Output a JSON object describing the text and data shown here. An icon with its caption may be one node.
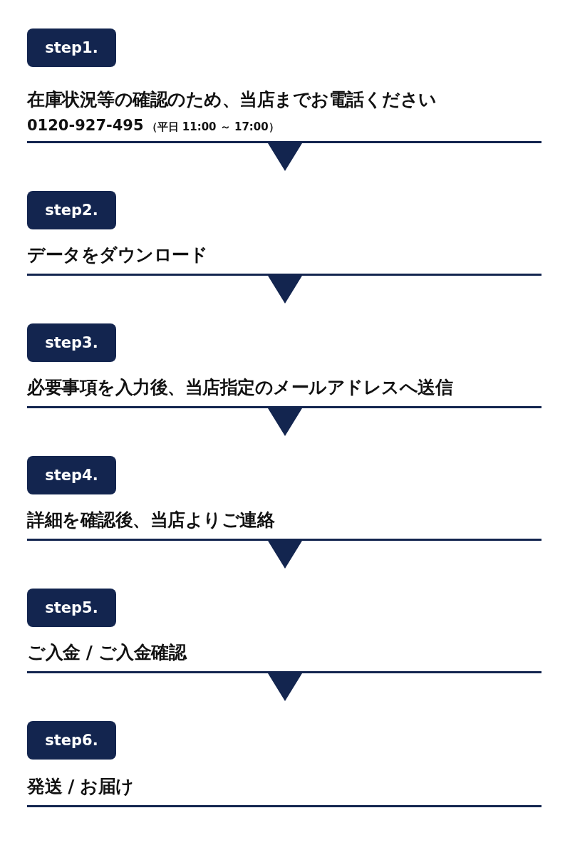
{
  "diagram": {
    "nodes": [
      {
        "text": [
          "step1.",
          "在庫状況等の確認のため、当店までお電話ください",
          "0120-927-495",
          "（平日 11:00 ～ 17:00）"
        ]
      },
      {
        "text": [
          "step2.",
          "データをダウンロード"
        ]
      },
      {
        "text": [
          "step3.",
          "必要事項を入力後、当店指定のメールアドレスへ送信"
        ]
      },
      {
        "text": [
          "step4.",
          "詳細を確認後、当店よりご連絡"
        ]
      },
      {
        "text": [
          "step5.",
          "ご入金 / ご入金確認"
        ]
      },
      {
        "text": [
          "step6.",
          "発送 / お届け"
        ]
      }
    ],
    "edges": [
      {
        "from": 0,
        "to": 1,
        "arrow": "to"
      },
      {
        "from": 1,
        "to": 2,
        "arrow": "to"
      },
      {
        "from": 2,
        "to": 3,
        "arrow": "to"
      },
      {
        "from": 3,
        "to": 4,
        "arrow": "to"
      },
      {
        "from": 4,
        "to": 5,
        "arrow": "to"
      }
    ]
  }
}
